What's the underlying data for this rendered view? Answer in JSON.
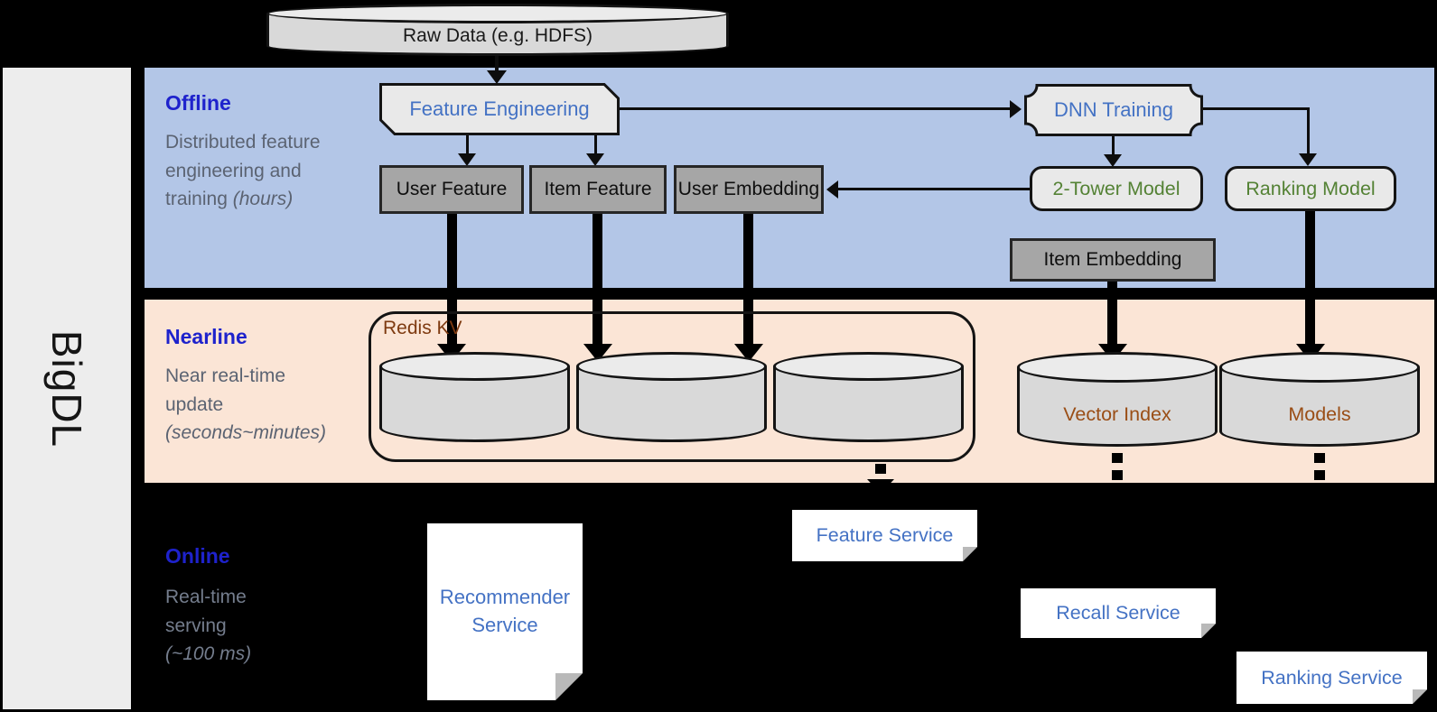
{
  "brand": "BigDL",
  "raw_data": {
    "label": "Raw Data (e.g. HDFS)"
  },
  "offline": {
    "title": "Offline",
    "desc": "Distributed feature engineering and training ",
    "desc_em": "(hours)",
    "feature_engineering": "Feature Engineering",
    "dnn_training": "DNN Training",
    "user_feature": "User Feature",
    "item_feature": "Item Feature",
    "user_embedding": "User Embedding",
    "two_tower_model": "2-Tower Model",
    "ranking_model": "Ranking Model",
    "item_embedding": "Item Embedding"
  },
  "nearline": {
    "title": "Nearline",
    "desc": "Near real-time update ",
    "desc_em": "(seconds~minutes)",
    "redis_kv": "Redis KV",
    "vector_index": "Vector Index",
    "models": "Models"
  },
  "online": {
    "title": "Online",
    "desc": "Real-time serving ",
    "desc_em": "(~100 ms)",
    "recommender_service": "Recommender Service",
    "feature_service": "Feature Service",
    "recall_service": "Recall Service",
    "ranking_service": "Ranking Service"
  },
  "colors": {
    "offline-bg": "#b3c6e7",
    "nearline-bg": "#fbe5d6",
    "sidebar-bg": "#ededed",
    "title-blue": "#1e22cc",
    "desc-slate": "#5b6372",
    "desc-slate-dark": "#747d8d",
    "accent-blue": "#4472c4",
    "model-green": "#548235",
    "db-brown": "#9a4e16",
    "db-brown-dark": "#7e3a10",
    "box-gray": "#a6a6a6",
    "shape-gray": "#e9e9e9",
    "cyl-body": "#d9d9d9",
    "cyl-top": "#ebebeb",
    "line-black": "#0d0d0d"
  }
}
